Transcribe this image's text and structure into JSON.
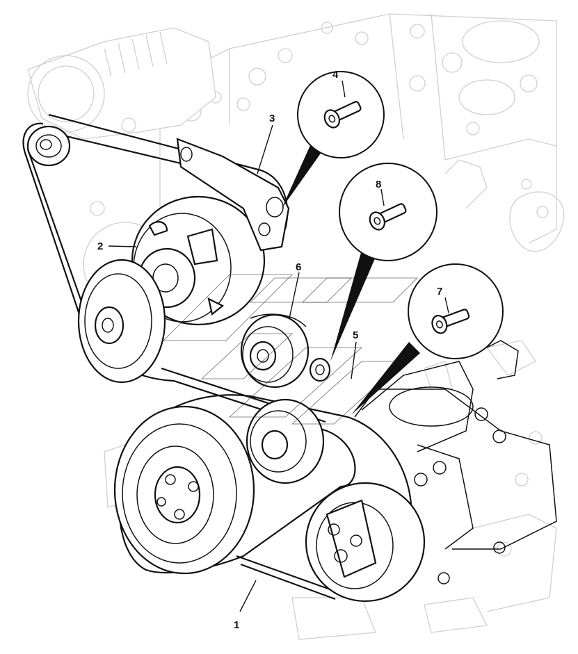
{
  "diagram": {
    "callouts": [
      {
        "id": "1",
        "text": "1"
      },
      {
        "id": "2",
        "text": "2"
      },
      {
        "id": "3",
        "text": "3"
      },
      {
        "id": "4",
        "text": "4"
      },
      {
        "id": "5",
        "text": "5"
      },
      {
        "id": "6",
        "text": "6"
      },
      {
        "id": "7",
        "text": "7"
      },
      {
        "id": "8",
        "text": "8"
      }
    ],
    "colors": {
      "line": "#111111",
      "ghost": "#cfcfcf",
      "background": "#ffffff"
    }
  }
}
